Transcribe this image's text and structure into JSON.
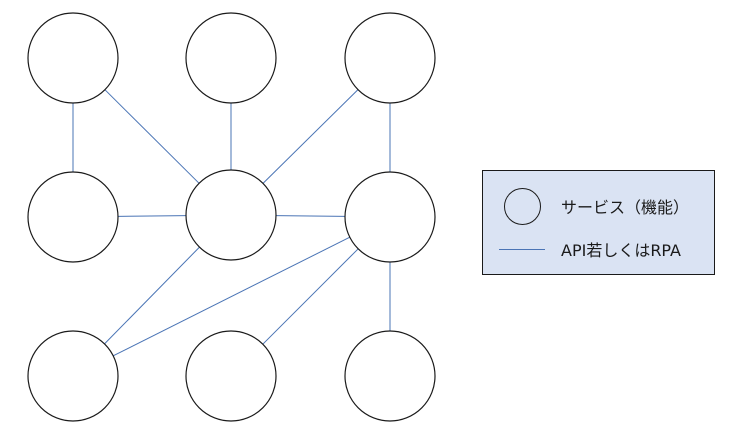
{
  "diagram": {
    "nodes": [
      "n1",
      "n2",
      "n3",
      "n4",
      "n5",
      "n6",
      "n7",
      "n8",
      "n9"
    ],
    "edges": [
      [
        "n1",
        "n4"
      ],
      [
        "n1",
        "n5"
      ],
      [
        "n2",
        "n5"
      ],
      [
        "n3",
        "n5"
      ],
      [
        "n3",
        "n6"
      ],
      [
        "n4",
        "n5"
      ],
      [
        "n5",
        "n6"
      ],
      [
        "n5",
        "n7"
      ],
      [
        "n6",
        "n7"
      ],
      [
        "n6",
        "n8"
      ],
      [
        "n6",
        "n9"
      ]
    ]
  },
  "legend": {
    "service_label": "サービス（機能）",
    "link_label": "API若しくはRPA"
  },
  "colors": {
    "edge": "#4a74b5",
    "legend_bg": "#dae3f3"
  }
}
